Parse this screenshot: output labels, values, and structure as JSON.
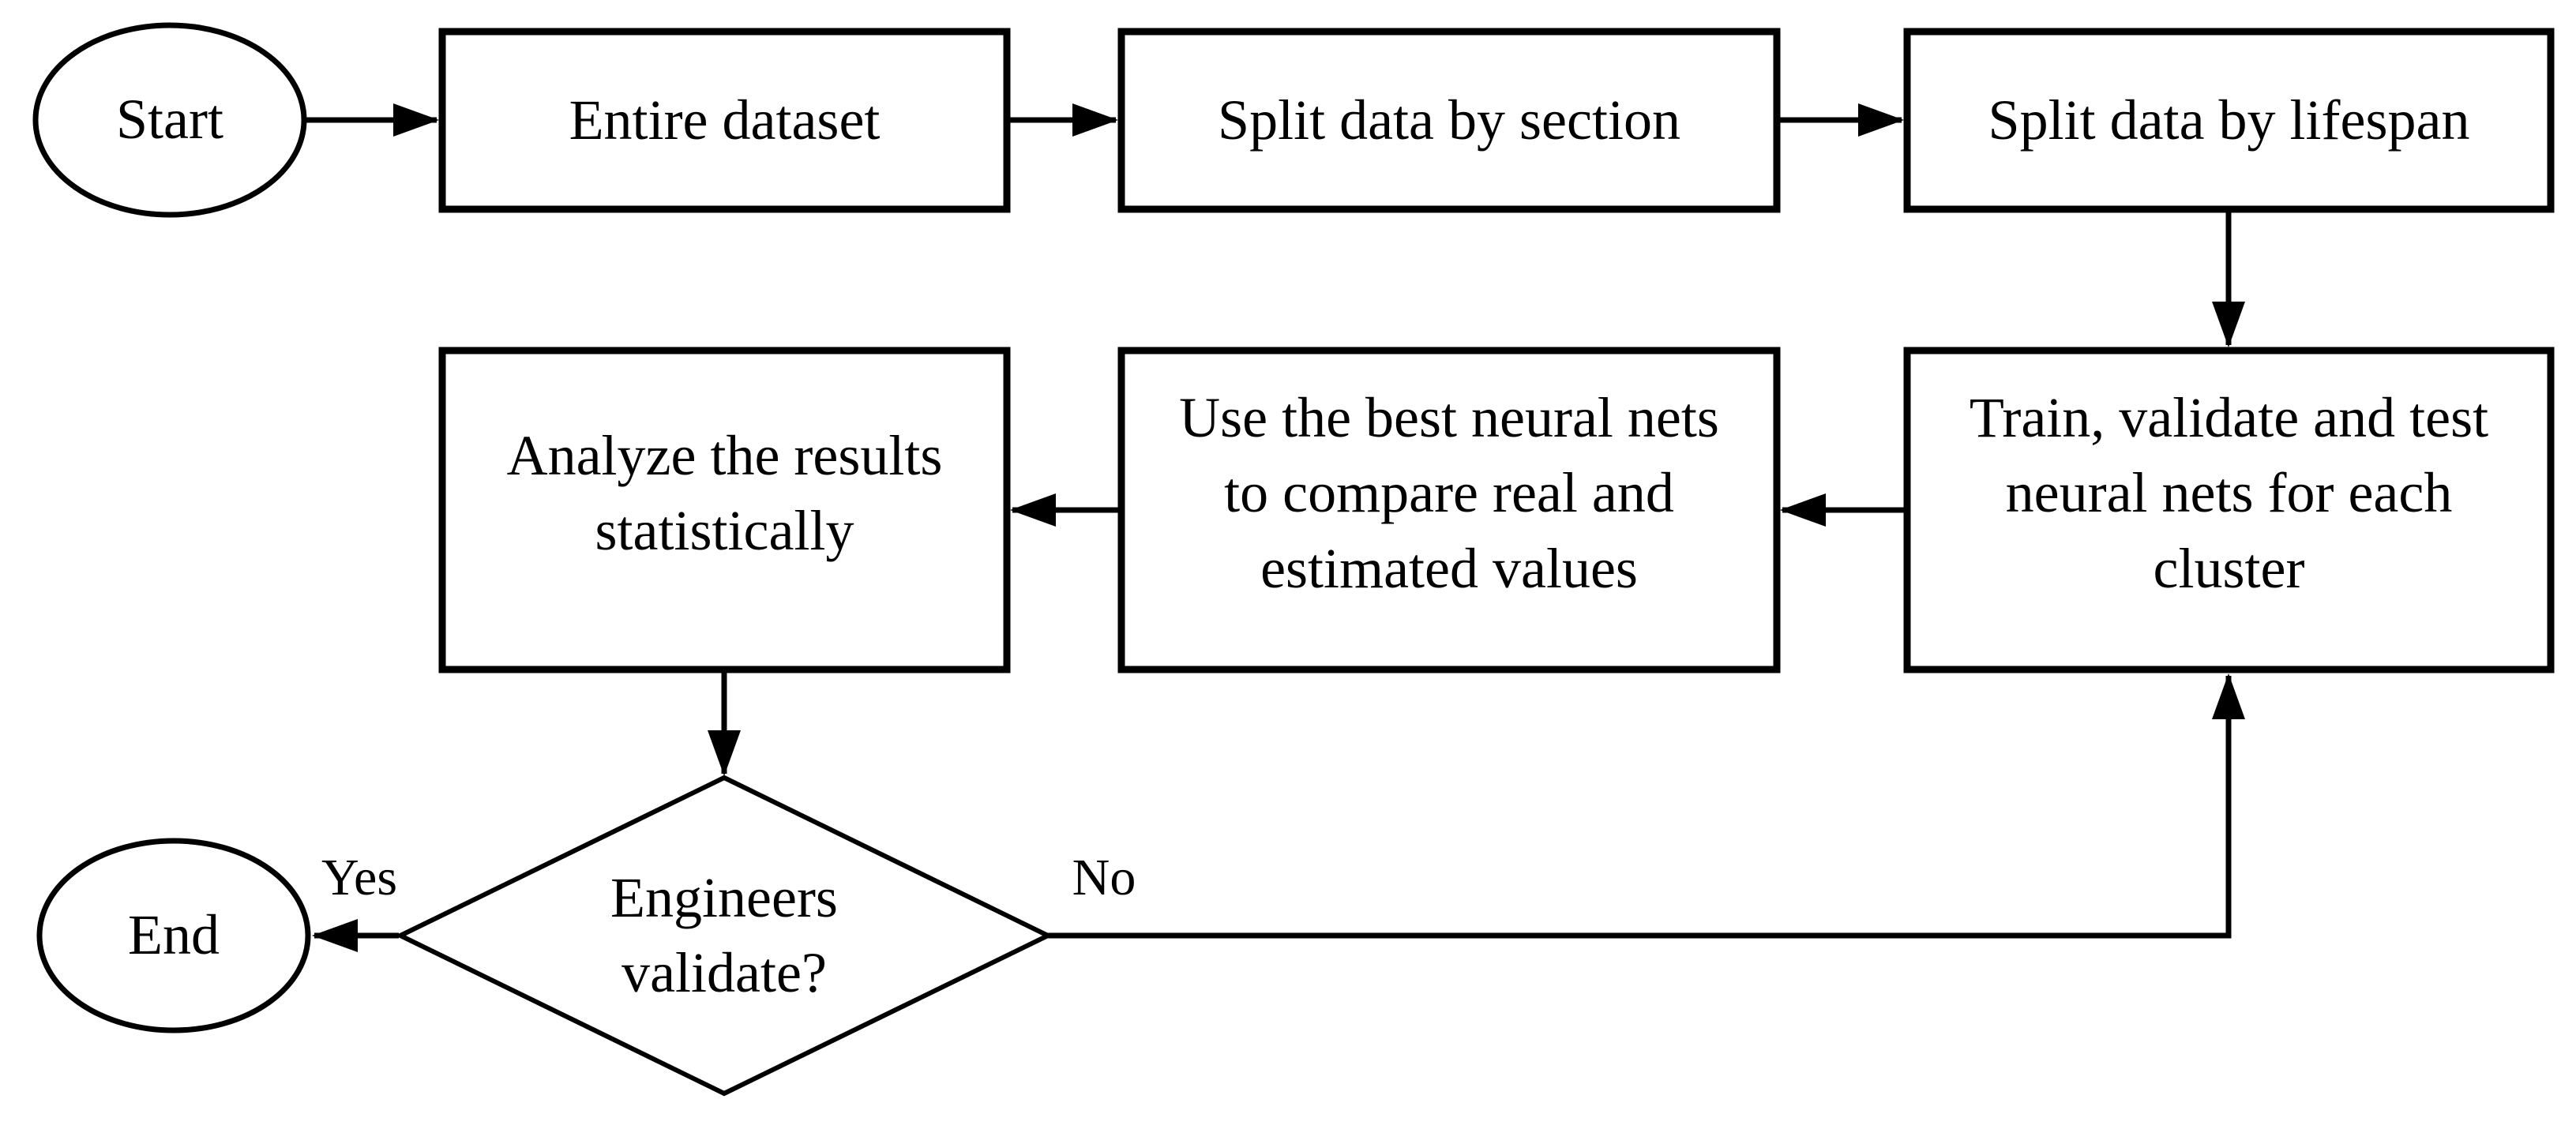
{
  "diagram": {
    "type": "flowchart",
    "background_color": "#ffffff",
    "stroke_color": "#000000",
    "nodes": {
      "start": {
        "shape": "ellipse",
        "label": "Start"
      },
      "entire_dataset": {
        "shape": "rect",
        "label": "Entire dataset"
      },
      "split_section": {
        "shape": "rect",
        "label": "Split data by section"
      },
      "split_lifespan": {
        "shape": "rect",
        "label": "Split data by lifespan"
      },
      "train_validate_test": {
        "shape": "rect",
        "label": "Train, validate and test neural nets for each cluster"
      },
      "use_best_nets": {
        "shape": "rect",
        "label": "Use the best neural nets to compare real and estimated values"
      },
      "analyze_results": {
        "shape": "rect",
        "label": "Analyze the results statistically"
      },
      "engineers_validate": {
        "shape": "diamond",
        "label": "Engineers validate?"
      },
      "end": {
        "shape": "ellipse",
        "label": "End"
      }
    },
    "edge_labels": {
      "yes": "Yes",
      "no": "No"
    },
    "edges": [
      {
        "from": "start",
        "to": "entire_dataset"
      },
      {
        "from": "entire_dataset",
        "to": "split_section"
      },
      {
        "from": "split_section",
        "to": "split_lifespan"
      },
      {
        "from": "split_lifespan",
        "to": "train_validate_test"
      },
      {
        "from": "train_validate_test",
        "to": "use_best_nets"
      },
      {
        "from": "use_best_nets",
        "to": "analyze_results"
      },
      {
        "from": "analyze_results",
        "to": "engineers_validate"
      },
      {
        "from": "engineers_validate",
        "to": "end",
        "label": "Yes"
      },
      {
        "from": "engineers_validate",
        "to": "train_validate_test",
        "label": "No"
      }
    ]
  }
}
